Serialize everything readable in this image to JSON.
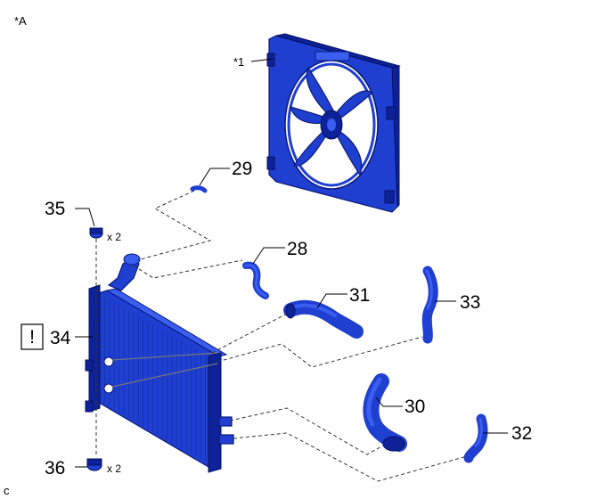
{
  "view_label": "*A",
  "corner_mark": "c",
  "callouts": {
    "fan_shroud": "*1",
    "p29": "29",
    "p28": "28",
    "p35": "35",
    "p34": "34",
    "p31": "31",
    "p33": "33",
    "p30": "30",
    "p32": "32",
    "p36": "36"
  },
  "quantities": {
    "q35": "x 2",
    "q36": "x 2"
  },
  "caution_mark": "!",
  "colors": {
    "part_blue": "#1f3fd1",
    "outline": "#0a1a7a"
  }
}
